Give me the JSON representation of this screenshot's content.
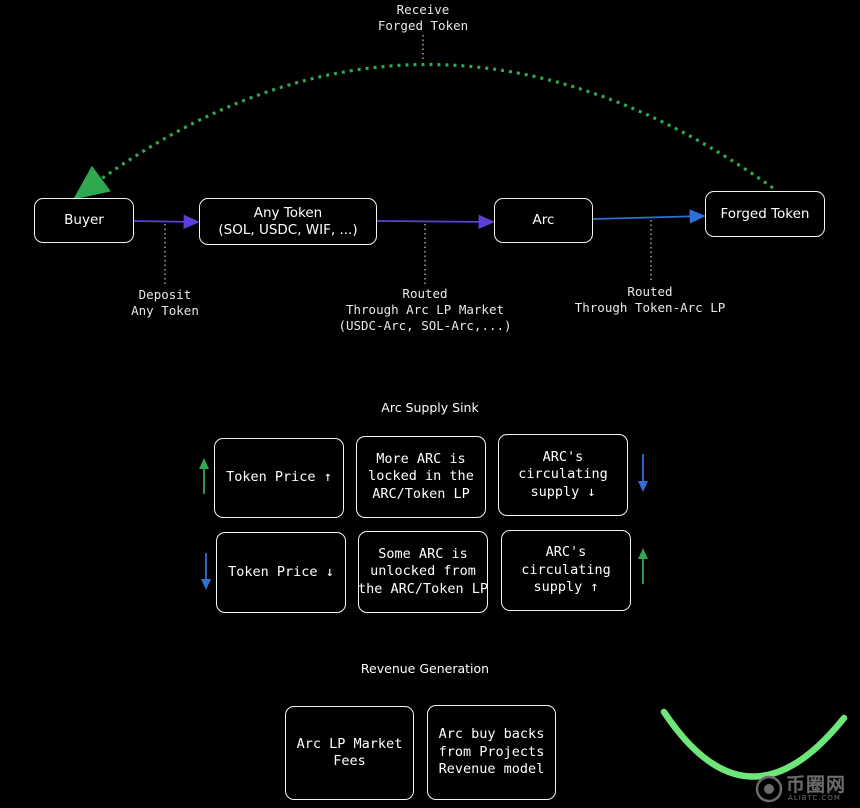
{
  "flow": {
    "nodes": {
      "buyer": "Buyer",
      "any_token": "Any Token\n(SOL, USDC, WIF, ...)",
      "arc": "Arc",
      "forged_token": "Forged Token"
    },
    "labels": {
      "receive": "Receive\nForged Token",
      "deposit": "Deposit\nAny Token",
      "routed_arc_lp": "Routed\nThrough Arc LP Market\n(USDC-Arc, SOL-Arc,...)",
      "routed_token_arc_lp": "Routed\nThrough Token-Arc LP"
    }
  },
  "supply_sink": {
    "title": "Arc Supply Sink",
    "row1": {
      "price": "Token Price ↑",
      "arc_change": "More ARC is\nlocked in the\nARC/Token LP",
      "supply": "ARC's\ncirculating\nsupply ↓"
    },
    "row2": {
      "price": "Token Price ↓",
      "arc_change": "Some ARC is\nunlocked from\nthe ARC/Token LP",
      "supply": "ARC's\ncirculating\nsupply ↑"
    }
  },
  "revenue": {
    "title": "Revenue Generation",
    "lp_fees": "Arc LP Market\nFees",
    "buy_backs": "Arc buy backs\nfrom Projects\nRevenue model"
  },
  "watermark": {
    "text": "币圈网",
    "sub": "ALIBTC.COM"
  },
  "colors": {
    "green": "#2fa84f",
    "purple": "#5b3fd6",
    "blue": "#2f6fd6",
    "smile": "#6ee67a"
  }
}
